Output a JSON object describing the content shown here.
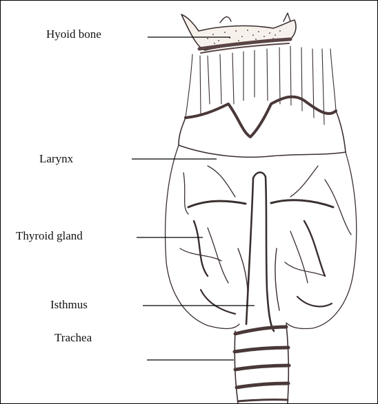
{
  "diagram": {
    "labels": {
      "hyoid": "Hyoid bone",
      "larynx": "Larynx",
      "thyroid": "Thyroid gland",
      "isthmus": "Isthmus",
      "trachea": "Trachea"
    },
    "colors": {
      "ink": "#3a2e2e",
      "bone_dark": "#5a4444",
      "stipple": "#6b5a5a",
      "leader": "#000000"
    }
  }
}
